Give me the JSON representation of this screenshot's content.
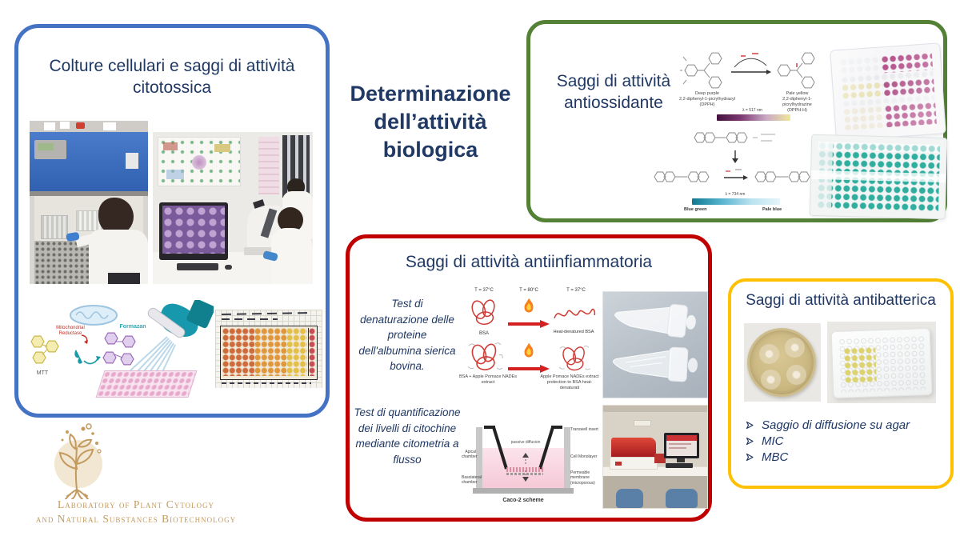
{
  "slide_title": "Determinazione dell’attività biologica",
  "cytotoxicity_panel": {
    "title": "Colture cellulari e saggi di attività citotossica",
    "mtt": {
      "mtt_label": "MTT",
      "enzyme_label": "Mitochondrial Reductase",
      "product_label": "Formazan"
    }
  },
  "antioxidant_panel": {
    "title": "Saggi di attività antiossidante",
    "dpph": {
      "reactant_name": "Deep purple",
      "reactant_formula": "2,2-diphenyl-1-picrylhydrazyl",
      "reactant_abbr": "(DPPH)",
      "product_name": "Pale yellow",
      "product_formula": "2,2-diphenyl-1-picrylhydrazine",
      "product_abbr": "(DPPH-H)",
      "wavelength": "λ = 517 nm",
      "scale_left": "Deep purple",
      "scale_right": "Pale yellow"
    },
    "abts": {
      "wavelength": "λ = 734 nm",
      "scale_left": "Blue green",
      "scale_right": "Pale blue"
    }
  },
  "antiinflammatory_panel": {
    "title": "Saggi di attività antiinfiammatoria",
    "test1": "Test di denaturazione delle proteine dell'albumina sierica bovina.",
    "test2": "Test di quantificazione dei livelli di citochine mediante citometria a flusso",
    "bsa": {
      "temp_native": "T = 37°C",
      "temp_heat": "T = 80°C",
      "temp_after": "T = 37°C",
      "bsa_label": "BSA",
      "denatured_label": "Heat-denatured BSA",
      "extract_line1": "BSA + Apple Pomace NADEs",
      "extract_line2": "extract",
      "protection_line1": "Apple Pomace NADEs extract",
      "protection_line2": "protection to BSA heat-denaturati"
    },
    "caco2": {
      "caption": "Caco-2 scheme",
      "label_insert": "Transwell insert",
      "label_monolayer": "Cell Monolayer",
      "label_membrane1": "Permeable membrane",
      "label_membrane2": "(microporous)",
      "label_apical1": "Apical",
      "label_apical2": "chamber",
      "label_baso1": "Basolateral",
      "label_baso2": "chamber",
      "label_diffusion": "passive diffusion"
    }
  },
  "antibacterial_panel": {
    "title": "Saggi di attività antibatterica",
    "bullets": [
      "Saggio di diffusione su agar",
      "MIC",
      "MBC"
    ]
  },
  "logo": {
    "line1": "Laboratory of Plant Cytology",
    "line2": "and Natural Substances Biotechnology"
  },
  "colors": {
    "navy_text": "#1f3864",
    "blue_border": "#4472c4",
    "green_border": "#538135",
    "red_border": "#c00000",
    "yellow_border": "#ffc000",
    "logo_gold": "#c49a5e"
  }
}
